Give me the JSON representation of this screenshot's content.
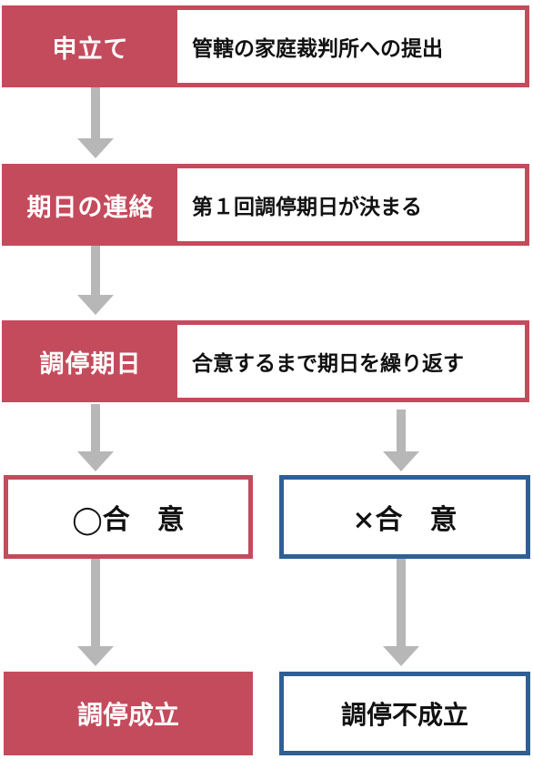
{
  "steps": [
    {
      "label": "申立て",
      "description": "管轄の家庭裁判所への提出"
    },
    {
      "label": "期日の連絡",
      "description": "第１回調停期日が決まる"
    },
    {
      "label": "調停期日",
      "description": "合意するまで期日を繰り返す"
    }
  ],
  "outcomes": {
    "agree": "◯合　意",
    "disagree": "×合　意"
  },
  "finals": {
    "success": "調停成立",
    "failure": "調停不成立"
  },
  "colors": {
    "accent_red": "#c44b5c",
    "accent_blue": "#2f5f94",
    "arrow_gray": "#b7b7b7"
  }
}
